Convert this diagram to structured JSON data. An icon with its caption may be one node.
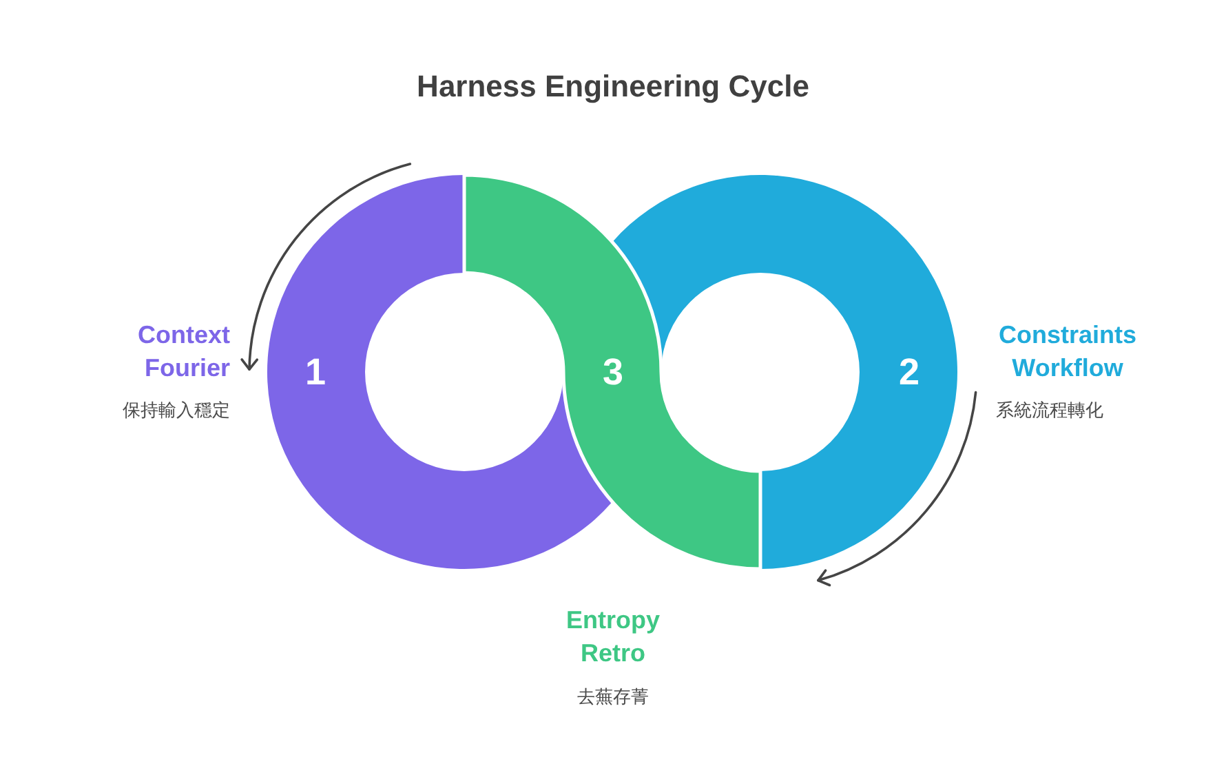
{
  "diagram": {
    "title": "Harness Engineering Cycle",
    "nodes": [
      {
        "text": [
          "1"
        ],
        "beside": [
          "Context Fourier",
          "保持輸入穩定"
        ]
      },
      {
        "text": [
          "2"
        ],
        "beside": [
          "Constraints Workflow",
          "系統流程轉化"
        ]
      },
      {
        "text": [
          "3"
        ],
        "beside": [
          "Entropy Retro",
          "去蕪存菁"
        ]
      }
    ]
  }
}
